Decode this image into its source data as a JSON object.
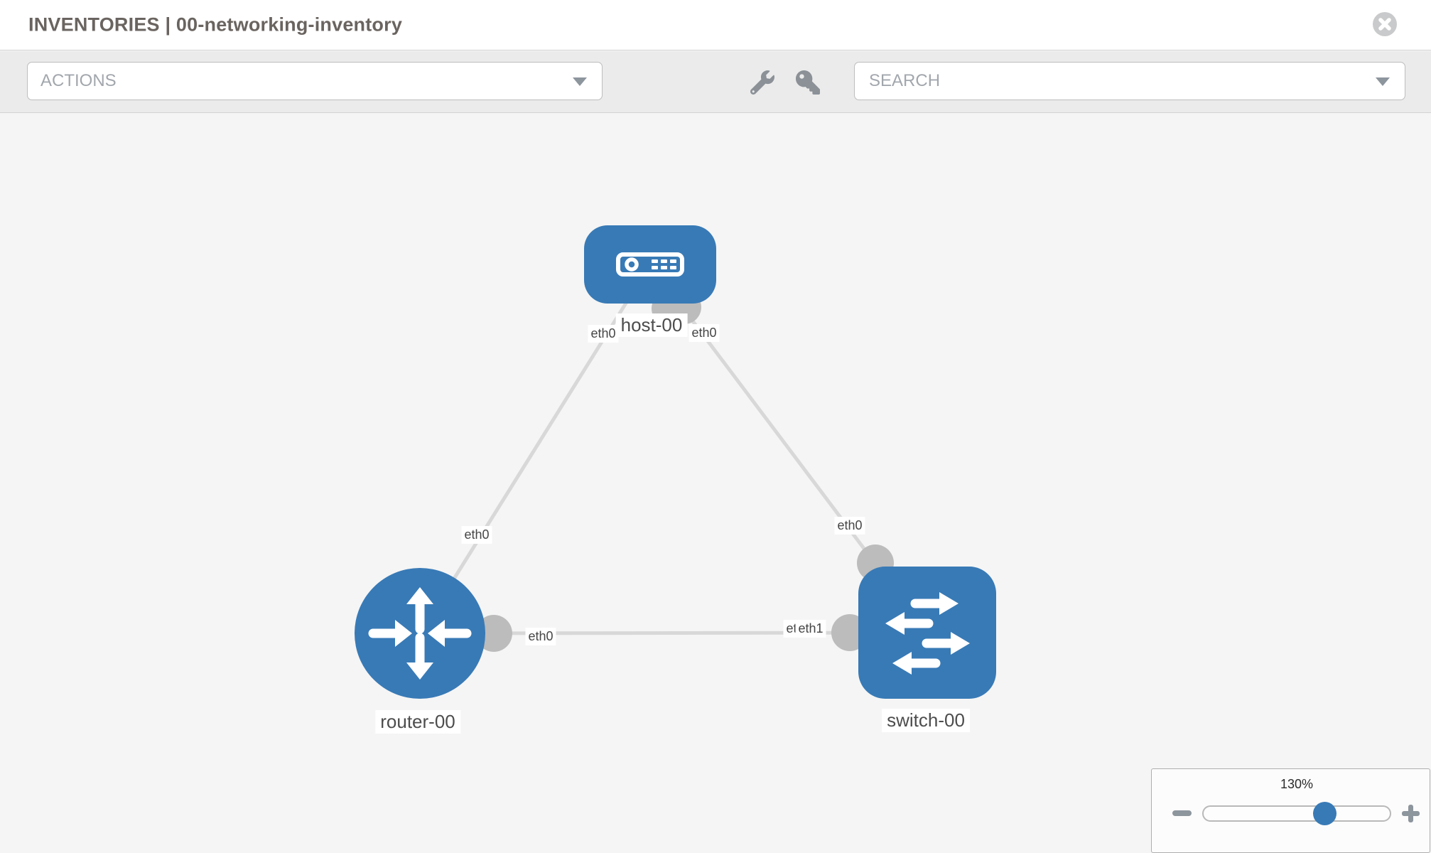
{
  "header": {
    "title": "INVENTORIES | 00-networking-inventory"
  },
  "toolbar": {
    "actions_label": "ACTIONS",
    "search_placeholder": "SEARCH"
  },
  "topology": {
    "nodes": [
      {
        "label": "host-00",
        "type": "host"
      },
      {
        "label": "router-00",
        "type": "router"
      },
      {
        "label": "switch-00",
        "type": "switch"
      }
    ],
    "links": [
      {
        "from": "host-00",
        "to": "router-00",
        "from_interface": "eth0",
        "to_interface": "eth0"
      },
      {
        "from": "host-00",
        "to": "switch-00",
        "from_interface": "eth0",
        "to_interface": "eth0"
      },
      {
        "from": "router-00",
        "to": "switch-00",
        "from_interface": "eth0",
        "to_interface": "eth1"
      }
    ],
    "eth_labels": {
      "l1_host": "eth0",
      "l2_host": "eth0",
      "l1_router": "eth0",
      "l2_switch": "eth0",
      "l3_router": "eth0",
      "l3_switch_under": "eth0",
      "l3_switch_over": "eth1"
    }
  },
  "zoom_control": {
    "value": "130%"
  },
  "colors": {
    "node_blue": "#387ab6",
    "link_gray": "#d8d8d8",
    "port_gray": "#bcbcbc",
    "toolbar_gray": "#ebebeb"
  }
}
